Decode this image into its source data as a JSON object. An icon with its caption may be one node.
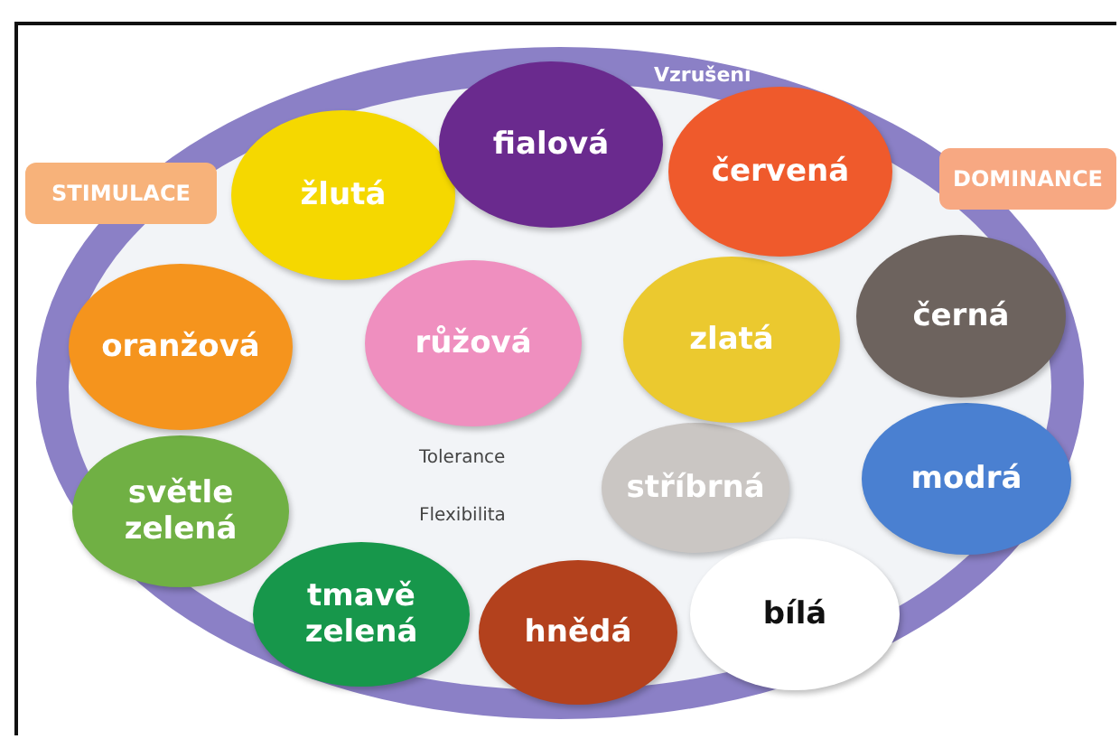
{
  "diagram": {
    "nodes": [
      {
        "text": [
          "STIMULACE"
        ]
      },
      {
        "text": [
          "DOMINANCE"
        ]
      },
      {
        "text": [
          "fialová"
        ]
      },
      {
        "text": [
          "žlutá"
        ]
      },
      {
        "text": [
          "červená"
        ]
      },
      {
        "text": [
          "oranžová"
        ]
      },
      {
        "text": [
          "růžová"
        ]
      },
      {
        "text": [
          "zlatá"
        ]
      },
      {
        "text": [
          "černá"
        ]
      },
      {
        "text": [
          "světle zelená"
        ]
      },
      {
        "text": [
          "stříbrná"
        ]
      },
      {
        "text": [
          "modrá"
        ]
      },
      {
        "text": [
          "tmavě zelená"
        ]
      },
      {
        "text": [
          "hnědá"
        ]
      },
      {
        "text": [
          "bílá"
        ]
      }
    ],
    "labels": [
      "Vzrušení",
      "Tolerance",
      "Flexibilita"
    ]
  }
}
